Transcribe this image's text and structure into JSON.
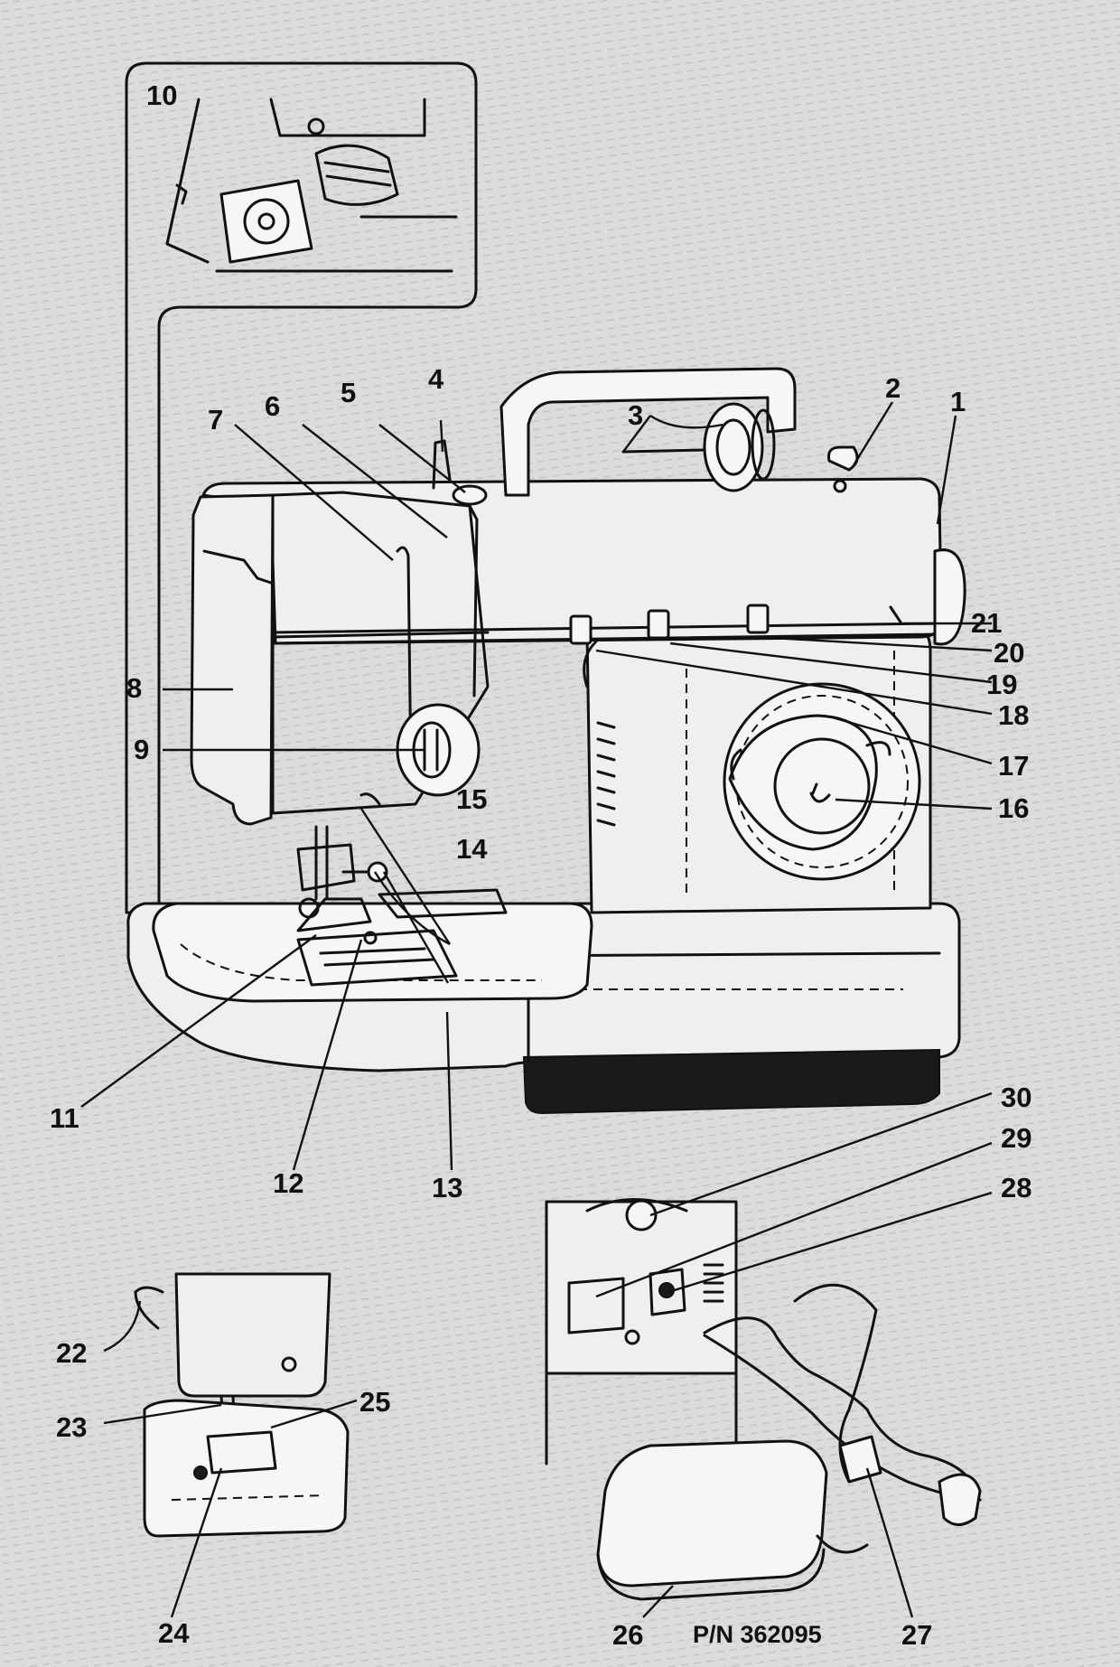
{
  "part_number": "P/N 362095",
  "callouts": [
    {
      "id": 1,
      "label": "1"
    },
    {
      "id": 2,
      "label": "2"
    },
    {
      "id": 3,
      "label": "3"
    },
    {
      "id": 4,
      "label": "4"
    },
    {
      "id": 5,
      "label": "5"
    },
    {
      "id": 6,
      "label": "6"
    },
    {
      "id": 7,
      "label": "7"
    },
    {
      "id": 8,
      "label": "8"
    },
    {
      "id": 9,
      "label": "9"
    },
    {
      "id": 10,
      "label": "10"
    },
    {
      "id": 11,
      "label": "11"
    },
    {
      "id": 12,
      "label": "12"
    },
    {
      "id": 13,
      "label": "13"
    },
    {
      "id": 14,
      "label": "14"
    },
    {
      "id": 15,
      "label": "15"
    },
    {
      "id": 16,
      "label": "16"
    },
    {
      "id": 17,
      "label": "17"
    },
    {
      "id": 18,
      "label": "18"
    },
    {
      "id": 19,
      "label": "19"
    },
    {
      "id": 20,
      "label": "20"
    },
    {
      "id": 21,
      "label": "21"
    },
    {
      "id": 22,
      "label": "22"
    },
    {
      "id": 23,
      "label": "23"
    },
    {
      "id": 24,
      "label": "24"
    },
    {
      "id": 25,
      "label": "25"
    },
    {
      "id": 26,
      "label": "26"
    },
    {
      "id": 27,
      "label": "27"
    },
    {
      "id": 28,
      "label": "28"
    },
    {
      "id": 29,
      "label": "29"
    },
    {
      "id": 30,
      "label": "30"
    }
  ],
  "colors": {
    "background": "#dcdcdc",
    "ink": "#111111",
    "machine_body": "#efefef"
  }
}
